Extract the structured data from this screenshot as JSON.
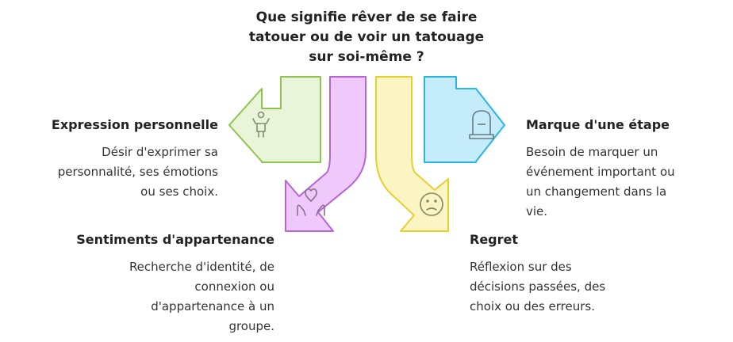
{
  "title": {
    "line1": "Que signifie rêver de se faire",
    "line2": "tatouer ou de voir un tatouage",
    "line3": "sur soi-même ?"
  },
  "items": {
    "expression": {
      "heading": "Expression personnelle",
      "desc": [
        "Désir d'exprimer sa",
        "personnalité, ses émotions",
        "ou ses choix."
      ],
      "color": "#8fc450",
      "fill": "#e9f5d9",
      "icon": "person-icon"
    },
    "appartenance": {
      "heading": "Sentiments d'appartenance",
      "desc": [
        "Recherche d'identité, de",
        "connexion ou",
        "d'appartenance à un",
        "groupe."
      ],
      "color": "#b764d8",
      "fill": "#efc9fb",
      "icon": "heart-hands-icon"
    },
    "regret": {
      "heading": "Regret",
      "desc": [
        "Réflexion sur des",
        "décisions passées, des",
        "choix ou des erreurs."
      ],
      "color": "#e7cf2c",
      "fill": "#fbf5c4",
      "icon": "sad-face-icon"
    },
    "etape": {
      "heading": "Marque d'une étape",
      "desc": [
        "Besoin de marquer un",
        "événement important ou",
        "un changement dans la",
        "vie."
      ],
      "color": "#2bb5e4",
      "fill": "#c4ecfa",
      "icon": "milestone-icon"
    }
  }
}
